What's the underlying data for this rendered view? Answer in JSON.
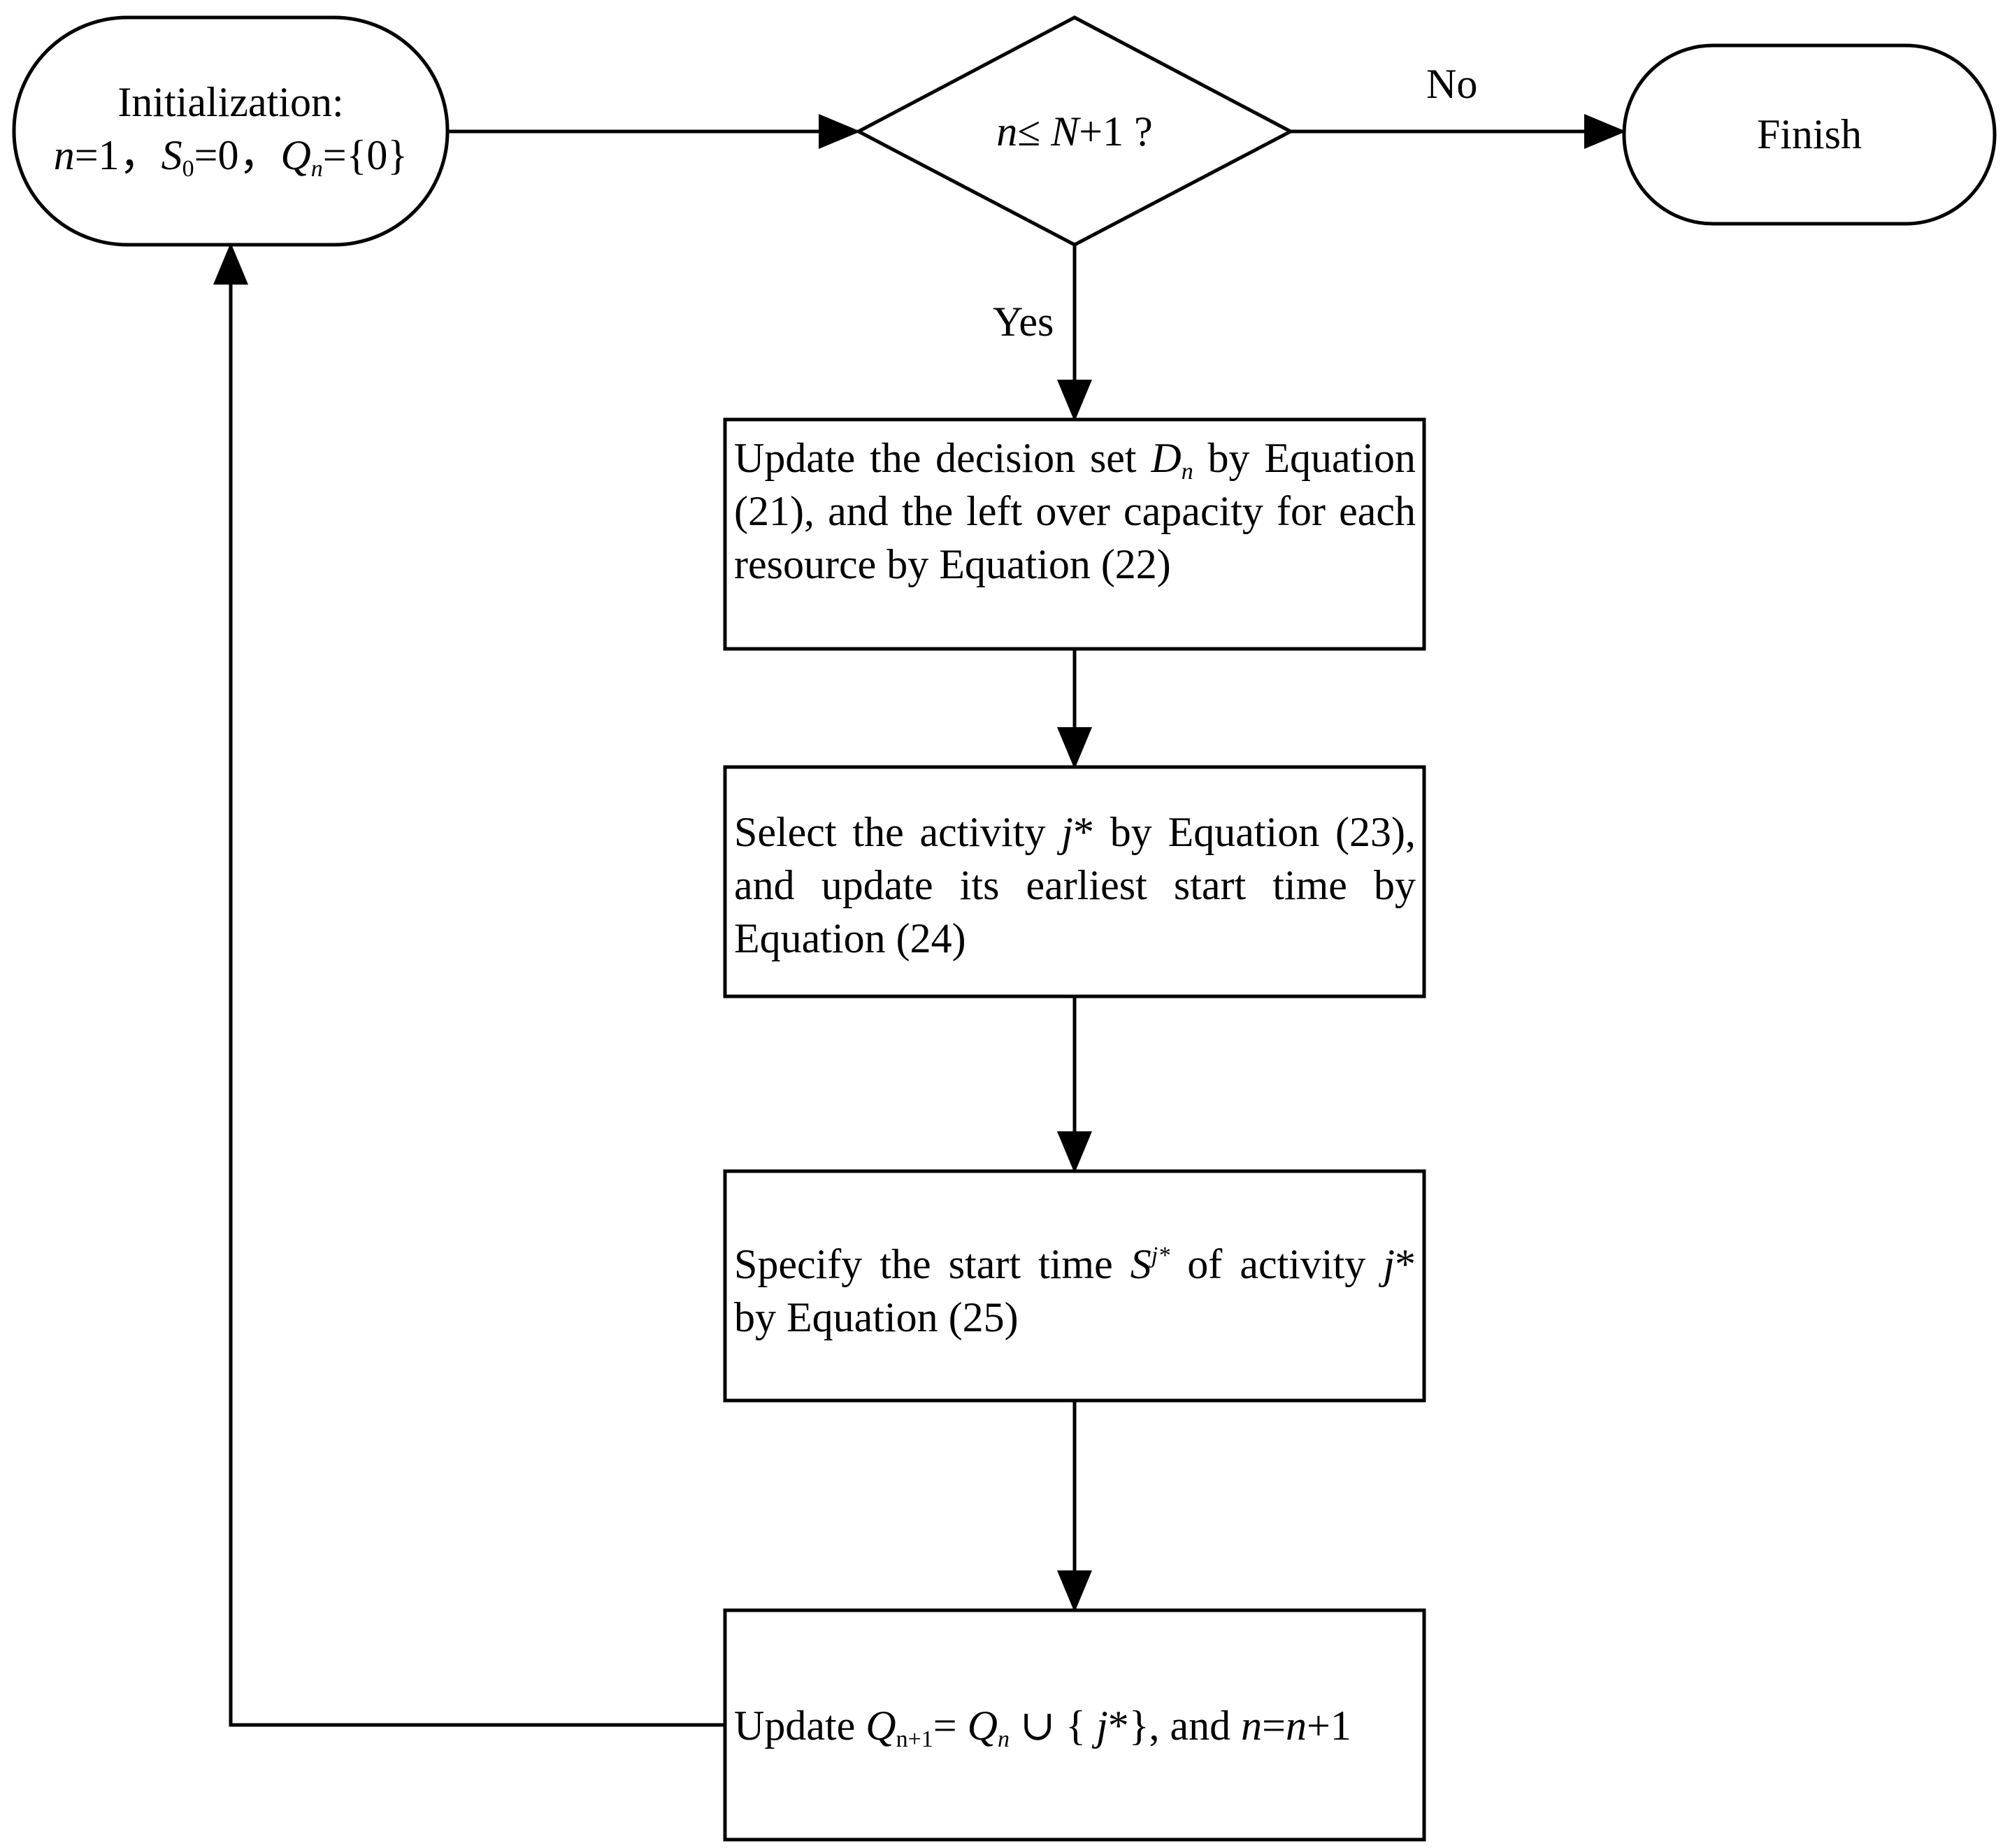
{
  "start_node": {
    "line1": "Initialization:",
    "line2": {
      "n": "n",
      "eq1": "=1，",
      "S": "S",
      "S_sub": "0",
      "eq2": "=0，",
      "Q": "Q",
      "Q_sub": "n",
      "eq3": "={0}"
    }
  },
  "decision_node": {
    "n": "n",
    "le": "≤ ",
    "N": "N",
    "rest": "+1 ?"
  },
  "end_node": {
    "label": "Finish"
  },
  "edge_labels": {
    "no": "No",
    "yes": "Yes"
  },
  "box1": {
    "pre": "Update the decision set ",
    "D": "D",
    "D_sub": "n",
    "post": " by Equation (21), and the left over capacity for each resource by Equation (22)"
  },
  "box2": {
    "pre": "Select the activity ",
    "j": "j",
    "star": "*",
    "post": " by Equation (23), and update its earliest start time by Equation (24)"
  },
  "box3": {
    "pre": "Specify  the start time ",
    "S": "S",
    "S_sub": "j*",
    "mid": " of activity ",
    "j": "j",
    "star": "*",
    "post": " by Equation (25)"
  },
  "box4": {
    "pre": "Update ",
    "Q1": "Q",
    "Q1_sub": "n+1",
    "eq": "= ",
    "Q2": "Q",
    "Q2_sub": "n",
    "union": " ∪ { ",
    "j": "j",
    "star": "*",
    "close": "}, and ",
    "n1": "n",
    "eq2": "=",
    "n2": "n",
    "plus": "+1"
  }
}
